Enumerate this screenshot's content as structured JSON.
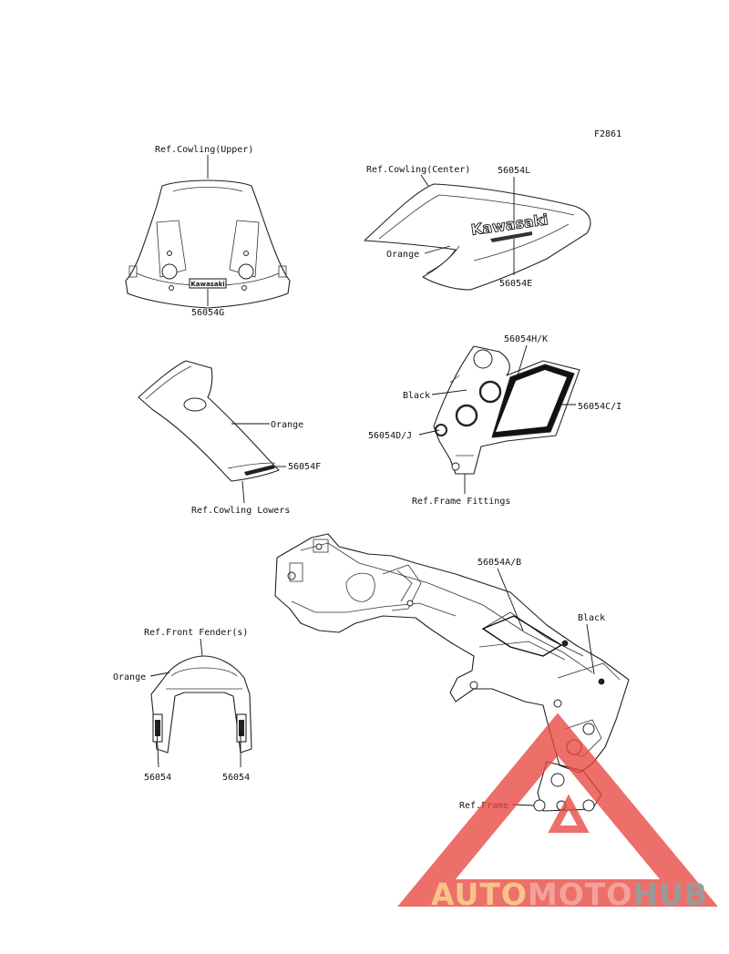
{
  "figure_code": "F2861",
  "labels": {
    "cowling_upper": "Ref.Cowling(Upper)",
    "cowling_upper_part": "56054G",
    "cowling_center": "Ref.Cowling(Center)",
    "center_part_top": "56054L",
    "center_orange": "Orange",
    "center_part_bottom": "56054E",
    "lowers_orange": "Orange",
    "lowers_part": "56054F",
    "cowling_lowers": "Ref.Cowling Lowers",
    "fitting_part_top": "56054H/K",
    "fitting_black": "Black",
    "fitting_part_right": "56054C/I",
    "fitting_part_left": "56054D/J",
    "frame_fittings": "Ref.Frame Fittings",
    "fender": "Ref.Front Fender(s)",
    "fender_orange": "Orange",
    "fender_part_left": "56054",
    "fender_part_right": "56054",
    "frame_part": "56054A/B",
    "frame_black": "Black",
    "frame": "Ref.Frame"
  },
  "decal_text": {
    "kawasaki_large": "Kawasaki",
    "kawasaki_small": "Kawasaki"
  },
  "watermark": {
    "part1": "AUTO",
    "part2": "MOTO",
    "part3": "HUB",
    "color_auto": "#f6c48a",
    "color_moto": "#f2a19b",
    "color_hub": "#9a9a9a",
    "triangle_color": "#e8473f"
  }
}
